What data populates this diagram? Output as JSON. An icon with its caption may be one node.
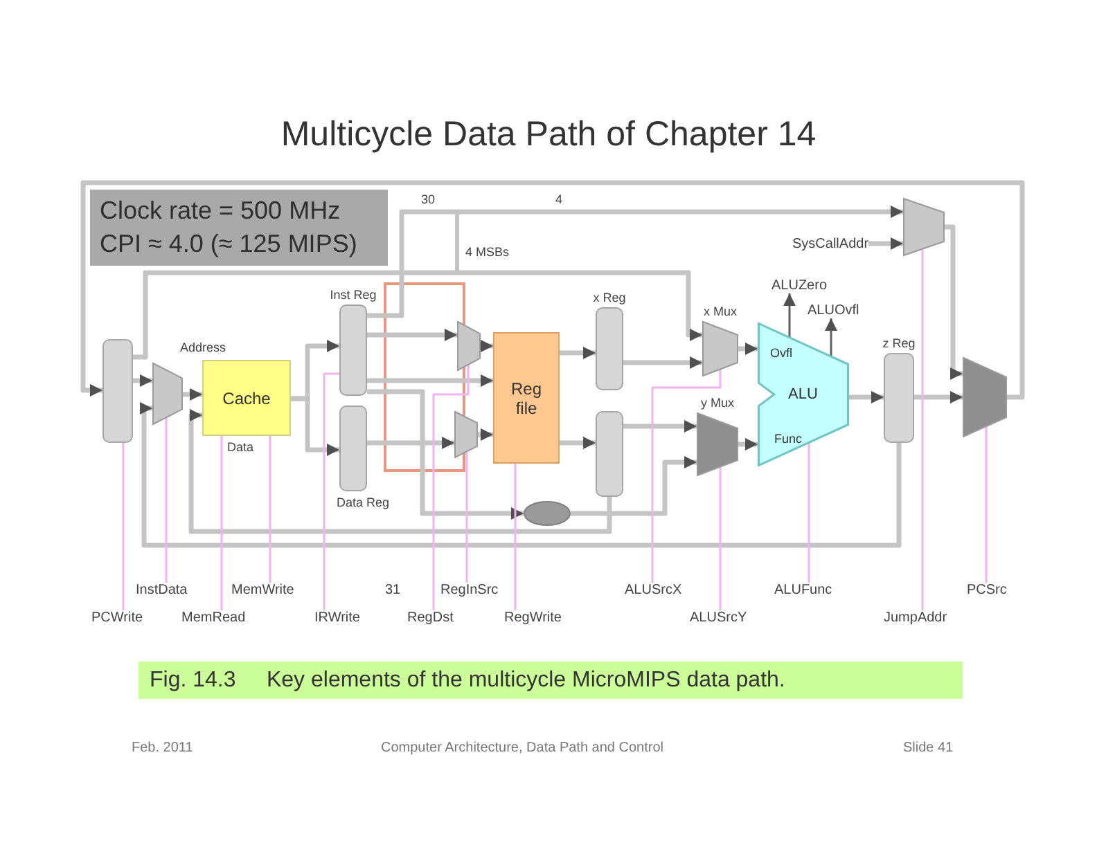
{
  "diagram": {
    "title": "Multicycle Data Path of Chapter 14",
    "caption": "Fig. 14.3     Key elements of the multicycle MicroMIPS data path.",
    "nodes": [
      {
        "text": [
          "Clock rate = 500 MHz",
          "CPI ≈ 4.0 (≈ 125 MIPS)"
        ]
      },
      {
        "text": [],
        "shape": "bar"
      },
      {
        "text": [],
        "shape": "trapezoid"
      },
      {
        "text": [
          "Cache"
        ],
        "beside": [
          "Address",
          "Data"
        ]
      },
      {
        "text": [
          "Inst Reg"
        ]
      },
      {
        "text": [
          "Data Reg"
        ]
      },
      {
        "text": [],
        "shape": "trapezoid"
      },
      {
        "text": [],
        "shape": "trapezoid"
      },
      {
        "text": [
          "Reg file"
        ]
      },
      {
        "text": [
          "x Reg"
        ]
      },
      {
        "text": [],
        "shape": "bar"
      },
      {
        "text": [
          "x Mux"
        ]
      },
      {
        "text": [
          "y Mux"
        ]
      },
      {
        "text": [
          "Ovfl",
          "ALU",
          "Func"
        ]
      },
      {
        "text": [
          "z Reg"
        ]
      },
      {
        "text": [],
        "shape": "trapezoid"
      },
      {
        "text": [],
        "shape": "trapezoid"
      },
      {
        "text": [],
        "shape": "oval"
      },
      {
        "text": [
          "PCWrite"
        ]
      },
      {
        "text": [
          "InstData"
        ]
      },
      {
        "text": [
          "MemRead"
        ]
      },
      {
        "text": [
          "MemWrite"
        ]
      },
      {
        "text": [
          "IRWrite"
        ]
      },
      {
        "text": [
          "RegDst"
        ]
      },
      {
        "text": [
          "RegInSrc"
        ]
      },
      {
        "text": [
          "RegWrite"
        ]
      },
      {
        "text": [
          "ALUSrcX"
        ]
      },
      {
        "text": [
          "ALUSrcY"
        ]
      },
      {
        "text": [
          "ALUFunc"
        ]
      },
      {
        "text": [
          "JumpAddr"
        ]
      },
      {
        "text": [
          "PCSrc"
        ]
      },
      {
        "text": [
          "SysCallAddr"
        ]
      },
      {
        "text": [
          "ALUZero"
        ]
      },
      {
        "text": [
          "ALUOvfl"
        ]
      }
    ],
    "edges": [
      {
        "from": 1,
        "to": 2,
        "arrow": "to"
      },
      {
        "from": 2,
        "to": 3,
        "arrow": "to"
      },
      {
        "from": 3,
        "to": 4,
        "arrow": "to"
      },
      {
        "from": 3,
        "to": 5,
        "arrow": "to"
      },
      {
        "from": 4,
        "to": 6,
        "arrow": "to"
      },
      {
        "from": 4,
        "to": 8,
        "arrow": "to"
      },
      {
        "from": 5,
        "to": 7,
        "arrow": "to"
      },
      {
        "from": 6,
        "to": 8,
        "arrow": "to"
      },
      {
        "from": 7,
        "to": 8,
        "arrow": "to"
      },
      {
        "from": 8,
        "to": 9,
        "arrow": "to"
      },
      {
        "from": 8,
        "to": 10,
        "arrow": "to"
      },
      {
        "from": 9,
        "to": 11,
        "arrow": "to"
      },
      {
        "from": 10,
        "to": 12,
        "arrow": "to"
      },
      {
        "from": 1,
        "to": 11,
        "arrow": "to"
      },
      {
        "from": 11,
        "to": 13,
        "arrow": "to"
      },
      {
        "from": 12,
        "to": 13,
        "arrow": "to"
      },
      {
        "from": 13,
        "to": 14,
        "arrow": "to"
      },
      {
        "from": 14,
        "to": 15,
        "arrow": "to"
      },
      {
        "from": 15,
        "to": 1,
        "arrow": "to"
      },
      {
        "from": 14,
        "to": 2,
        "arrow": "to"
      },
      {
        "from": 10,
        "to": 3,
        "arrow": "to"
      },
      {
        "from": 16,
        "to": 15,
        "arrow": "to"
      },
      {
        "from": 4,
        "to": 16,
        "arrow": "to"
      },
      {
        "from": 4,
        "to": 17,
        "arrow": "to"
      },
      {
        "from": 17,
        "to": 12,
        "arrow": "to"
      },
      {
        "from": 31,
        "to": 16,
        "arrow": "to"
      },
      {
        "from": 13,
        "to": 32,
        "arrow": "to",
        "color": "#606060"
      },
      {
        "from": 13,
        "to": 33,
        "arrow": "to",
        "color": "#606060"
      },
      {
        "from": 18,
        "to": 1,
        "arrow": "none",
        "color": "#f0b4f0"
      },
      {
        "from": 19,
        "to": 2,
        "arrow": "none",
        "color": "#f0b4f0"
      },
      {
        "from": 20,
        "to": 3,
        "arrow": "none",
        "color": "#f0b4f0"
      },
      {
        "from": 21,
        "to": 3,
        "arrow": "none",
        "color": "#f0b4f0"
      },
      {
        "from": 22,
        "to": 4,
        "arrow": "none",
        "color": "#f0b4f0"
      },
      {
        "from": 23,
        "to": 6,
        "arrow": "none",
        "color": "#f0b4f0"
      },
      {
        "from": 24,
        "to": 7,
        "arrow": "none",
        "color": "#f0b4f0"
      },
      {
        "from": 25,
        "to": 8,
        "arrow": "none",
        "color": "#f0b4f0"
      },
      {
        "from": 26,
        "to": 11,
        "arrow": "none",
        "color": "#f0b4f0"
      },
      {
        "from": 27,
        "to": 12,
        "arrow": "none",
        "color": "#f0b4f0"
      },
      {
        "from": 28,
        "to": 13,
        "arrow": "none",
        "color": "#f0b4f0"
      },
      {
        "from": 29,
        "to": 16,
        "arrow": "none",
        "color": "#f0b4f0"
      },
      {
        "from": 30,
        "to": 15,
        "arrow": "none",
        "color": "#f0b4f0"
      }
    ],
    "labels": [
      "30",
      "4",
      "4 MSBs",
      "31",
      "Feb. 2011",
      "Computer Architecture, Data Path and Control",
      "Slide 41"
    ]
  }
}
